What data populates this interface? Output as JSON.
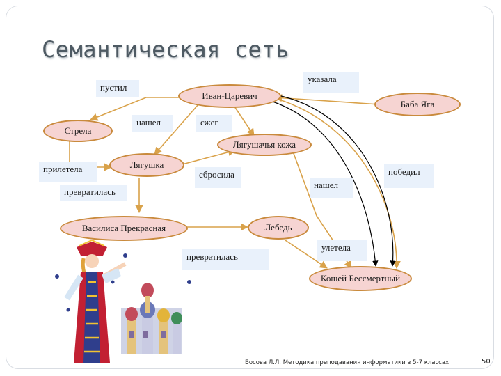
{
  "slide": {
    "title": "Семантическая сеть"
  },
  "nodes": {
    "ivan": "Иван-Царевич",
    "baba_yaga": "Баба Яга",
    "strela": "Стрела",
    "lyagushachya_kozha": "Лягушачья кожа",
    "lyagushka": "Лягушка",
    "vasilisa": "Василиса Прекрасная",
    "lebed": "Лебедь",
    "koshchey": "Кощей Бессмертный"
  },
  "edge_labels": {
    "pustil": "пустил",
    "ukazala": "указала",
    "nashel_1": "нашел",
    "szheg": "сжег",
    "priletela": "прилетела",
    "sbrosila": "сбросила",
    "pobedil": "победил",
    "nashel_2": "нашел",
    "prevratilas_1": "превратилась",
    "prevratilas_2": "превратилась",
    "uletela": "улетела"
  },
  "footer": {
    "credit": "Босова Л.Л. Методика преподавания информатики в 5-7 классах",
    "page_number": "50"
  },
  "colors": {
    "node_fill": "#f6d4d2",
    "node_border": "#c98a3c",
    "arrow": "#d9a24a",
    "label_bg": "#e9f1fb",
    "black_arrow": "#000000"
  }
}
